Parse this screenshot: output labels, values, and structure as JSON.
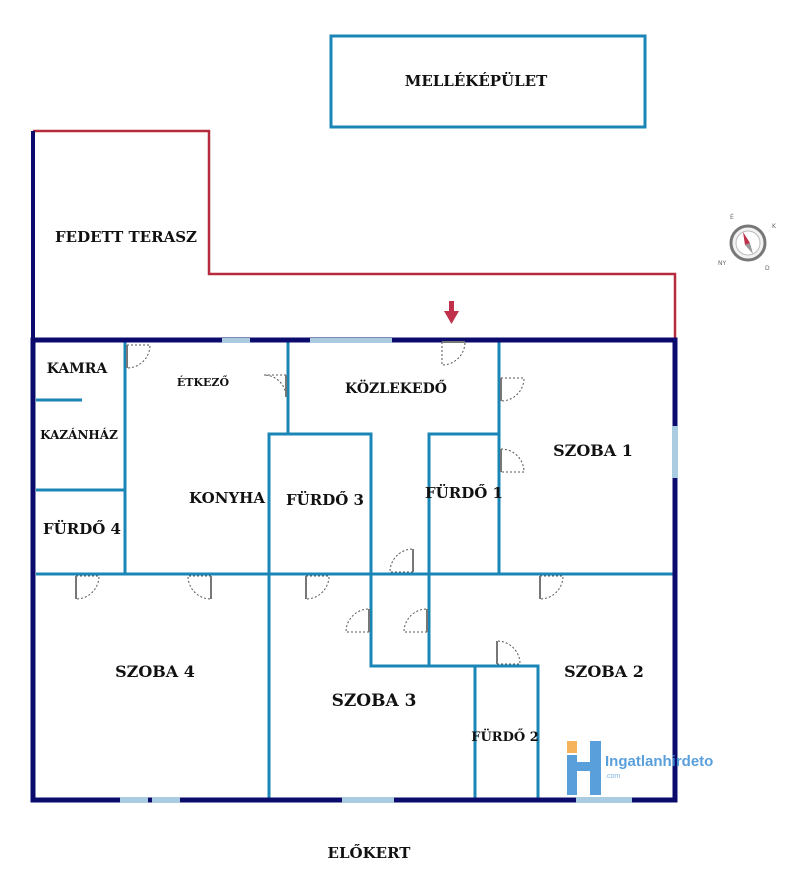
{
  "rooms": {
    "annex": "MELLÉKÉPÜLET",
    "covered_terrace": "FEDETT TERASZ",
    "pantry": "KAMRA",
    "dining": "ÉTKEZŐ",
    "hallway": "KÖZLEKEDŐ",
    "boiler_room": "KAZÁNHÁZ",
    "kitchen": "KONYHA",
    "bathroom_3": "FÜRDŐ 3",
    "bathroom_1": "FÜRDŐ 1",
    "room_1": "SZOBA 1",
    "bathroom_4": "FÜRDŐ 4",
    "room_4": "SZOBA 4",
    "room_3": "SZOBA 3",
    "room_2": "SZOBA 2",
    "bathroom_2": "FÜRDŐ 2",
    "front_garden": "ELŐKERT"
  },
  "compass": {
    "n": "É",
    "e": "K",
    "s": "D",
    "w": "NY"
  },
  "watermark": {
    "brand": "Ingatlanhirdeto",
    "sub": ".com"
  },
  "colors": {
    "outer_wall": "#0b0b6e",
    "inner_wall": "#1a86b6",
    "terrace_outline": "#b52a3c",
    "entrance_arrow": "#c0304a",
    "window": "#a9cce0",
    "watermark_orange": "#f4a640",
    "watermark_blue": "#3d8fd6"
  }
}
